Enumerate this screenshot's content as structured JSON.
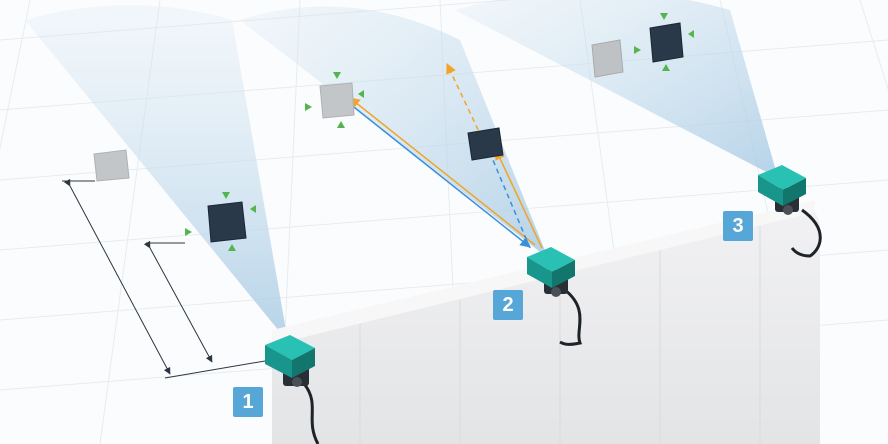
{
  "colors": {
    "beam": "#bcd6ea",
    "sensor_body": "#1aa59a",
    "sensor_dark": "#14857c",
    "badge": "#56a6d8",
    "arrow_blue": "#3a8fd8",
    "arrow_orange": "#f0a428",
    "indicator_green": "#53b64c",
    "target_dark": "#283845",
    "target_light": "#bfc2c4",
    "wall_face": "#ececee",
    "wall_top": "#f6f6f7"
  },
  "sensors": [
    {
      "id": "sensor-1",
      "badge_label": "1",
      "role": "distance measurement"
    },
    {
      "id": "sensor-2",
      "badge_label": "2",
      "role": "reflection / direction"
    },
    {
      "id": "sensor-3",
      "badge_label": "3",
      "role": "two targets"
    }
  ],
  "icons": {
    "sensor": "ultrasonic-sensor-icon",
    "indicator": "green-triangle-indicator-icon"
  }
}
